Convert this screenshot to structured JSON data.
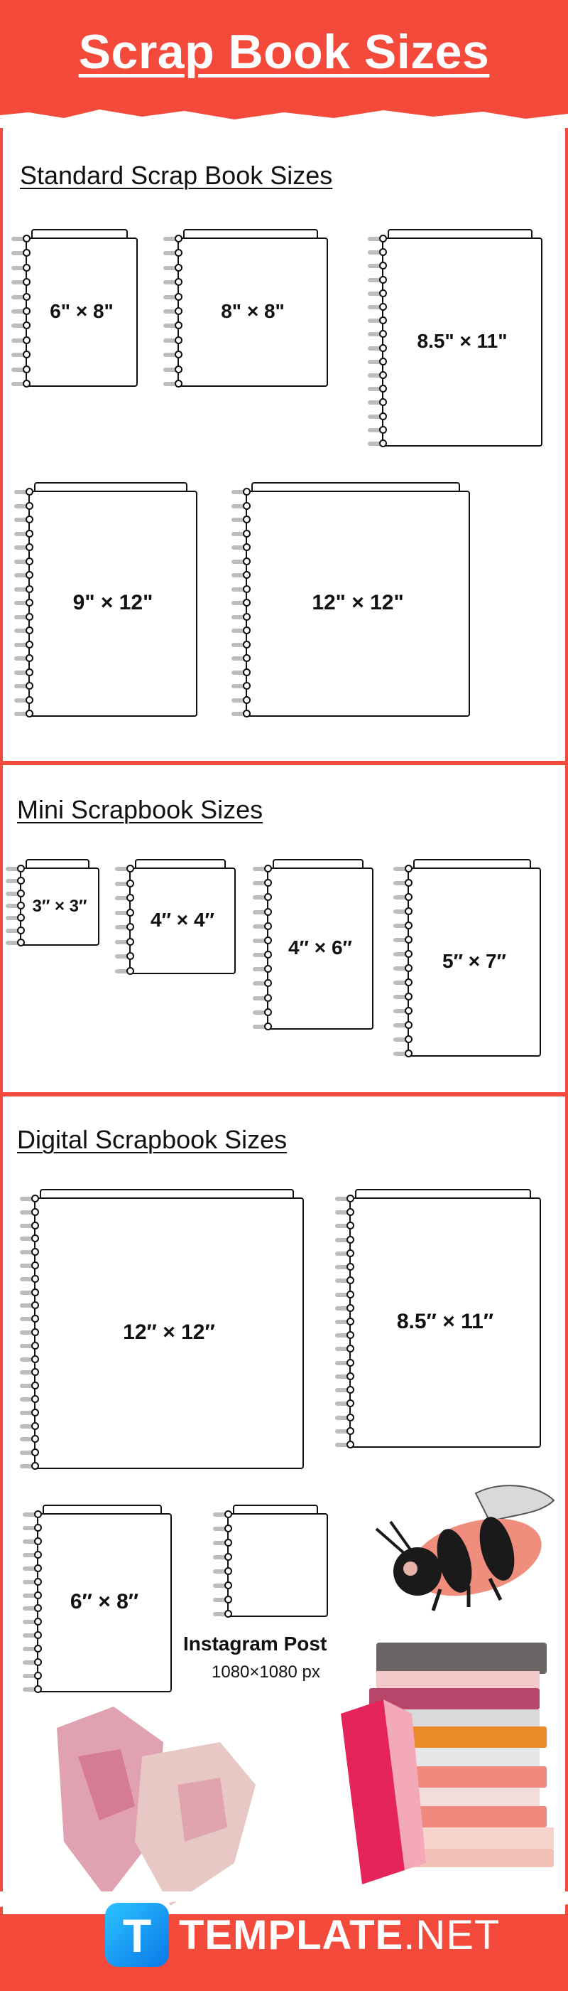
{
  "header": {
    "title": "Scrap Book Sizes"
  },
  "sections": {
    "standard": {
      "title": "Standard Scrap Book Sizes ",
      "items": [
        "6\" × 8\"",
        "8\" × 8\"",
        "8.5\" × 11\"",
        "9\" × 12\"",
        "12\" × 12\""
      ]
    },
    "mini": {
      "title": "Mini Scrapbook Sizes",
      "items": [
        "3″ × 3″",
        "4″ × 4″",
        "4″ × 6″",
        "5″ × 7″"
      ]
    },
    "digital": {
      "title": "Digital Scrapbook Sizes",
      "items": [
        "12″ × 12″",
        "8.5″ × 11″",
        "6″ × 8″"
      ],
      "instagram": {
        "title": "Instagram Post",
        "size": "1080×1080 px"
      }
    }
  },
  "footer": {
    "brand_main": "TEMPLATE",
    "brand_suffix": ".NET",
    "logo_letter": "T"
  },
  "colors": {
    "accent": "#f34a3c",
    "logo_blue": "#0a78e8"
  },
  "decorations": [
    "bee-illustration",
    "book-stack-illustration",
    "paper-hearts-illustration"
  ]
}
